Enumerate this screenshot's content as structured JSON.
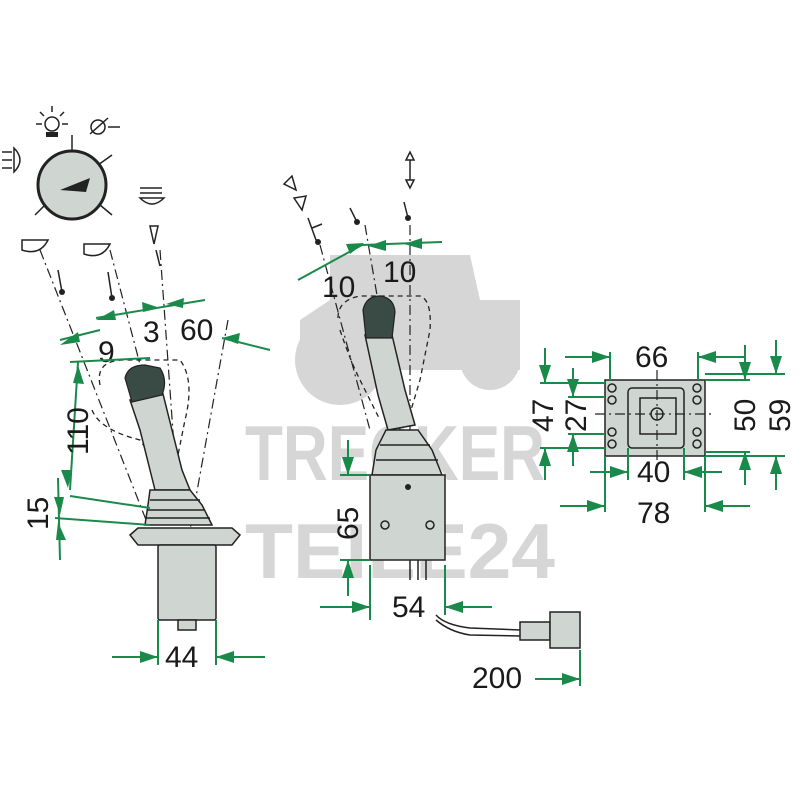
{
  "watermark": {
    "line1": "TRECKER",
    "line2": "TEILE24"
  },
  "dimensions": {
    "left_joystick": {
      "d9": "9",
      "d3": "3",
      "d60": "60",
      "d110": "110",
      "d15": "15",
      "d44": "44"
    },
    "middle_joystick": {
      "d10a": "10",
      "d10b": "10",
      "d65": "65",
      "d54": "54",
      "d200": "200"
    },
    "mounting_plate": {
      "d66": "66",
      "d47": "47",
      "d27": "27",
      "d50": "50",
      "d59": "59",
      "d40": "40",
      "d78": "78"
    }
  },
  "colors": {
    "dimension": "#1a8a4a",
    "housing": "#cfd6d2",
    "watermark": "#d6d6d6"
  },
  "icons": [
    "work-light-icon",
    "low-beam-icon",
    "high-beam-icon",
    "horn-icon",
    "fog-light-icon",
    "direction-arrow-icon"
  ]
}
